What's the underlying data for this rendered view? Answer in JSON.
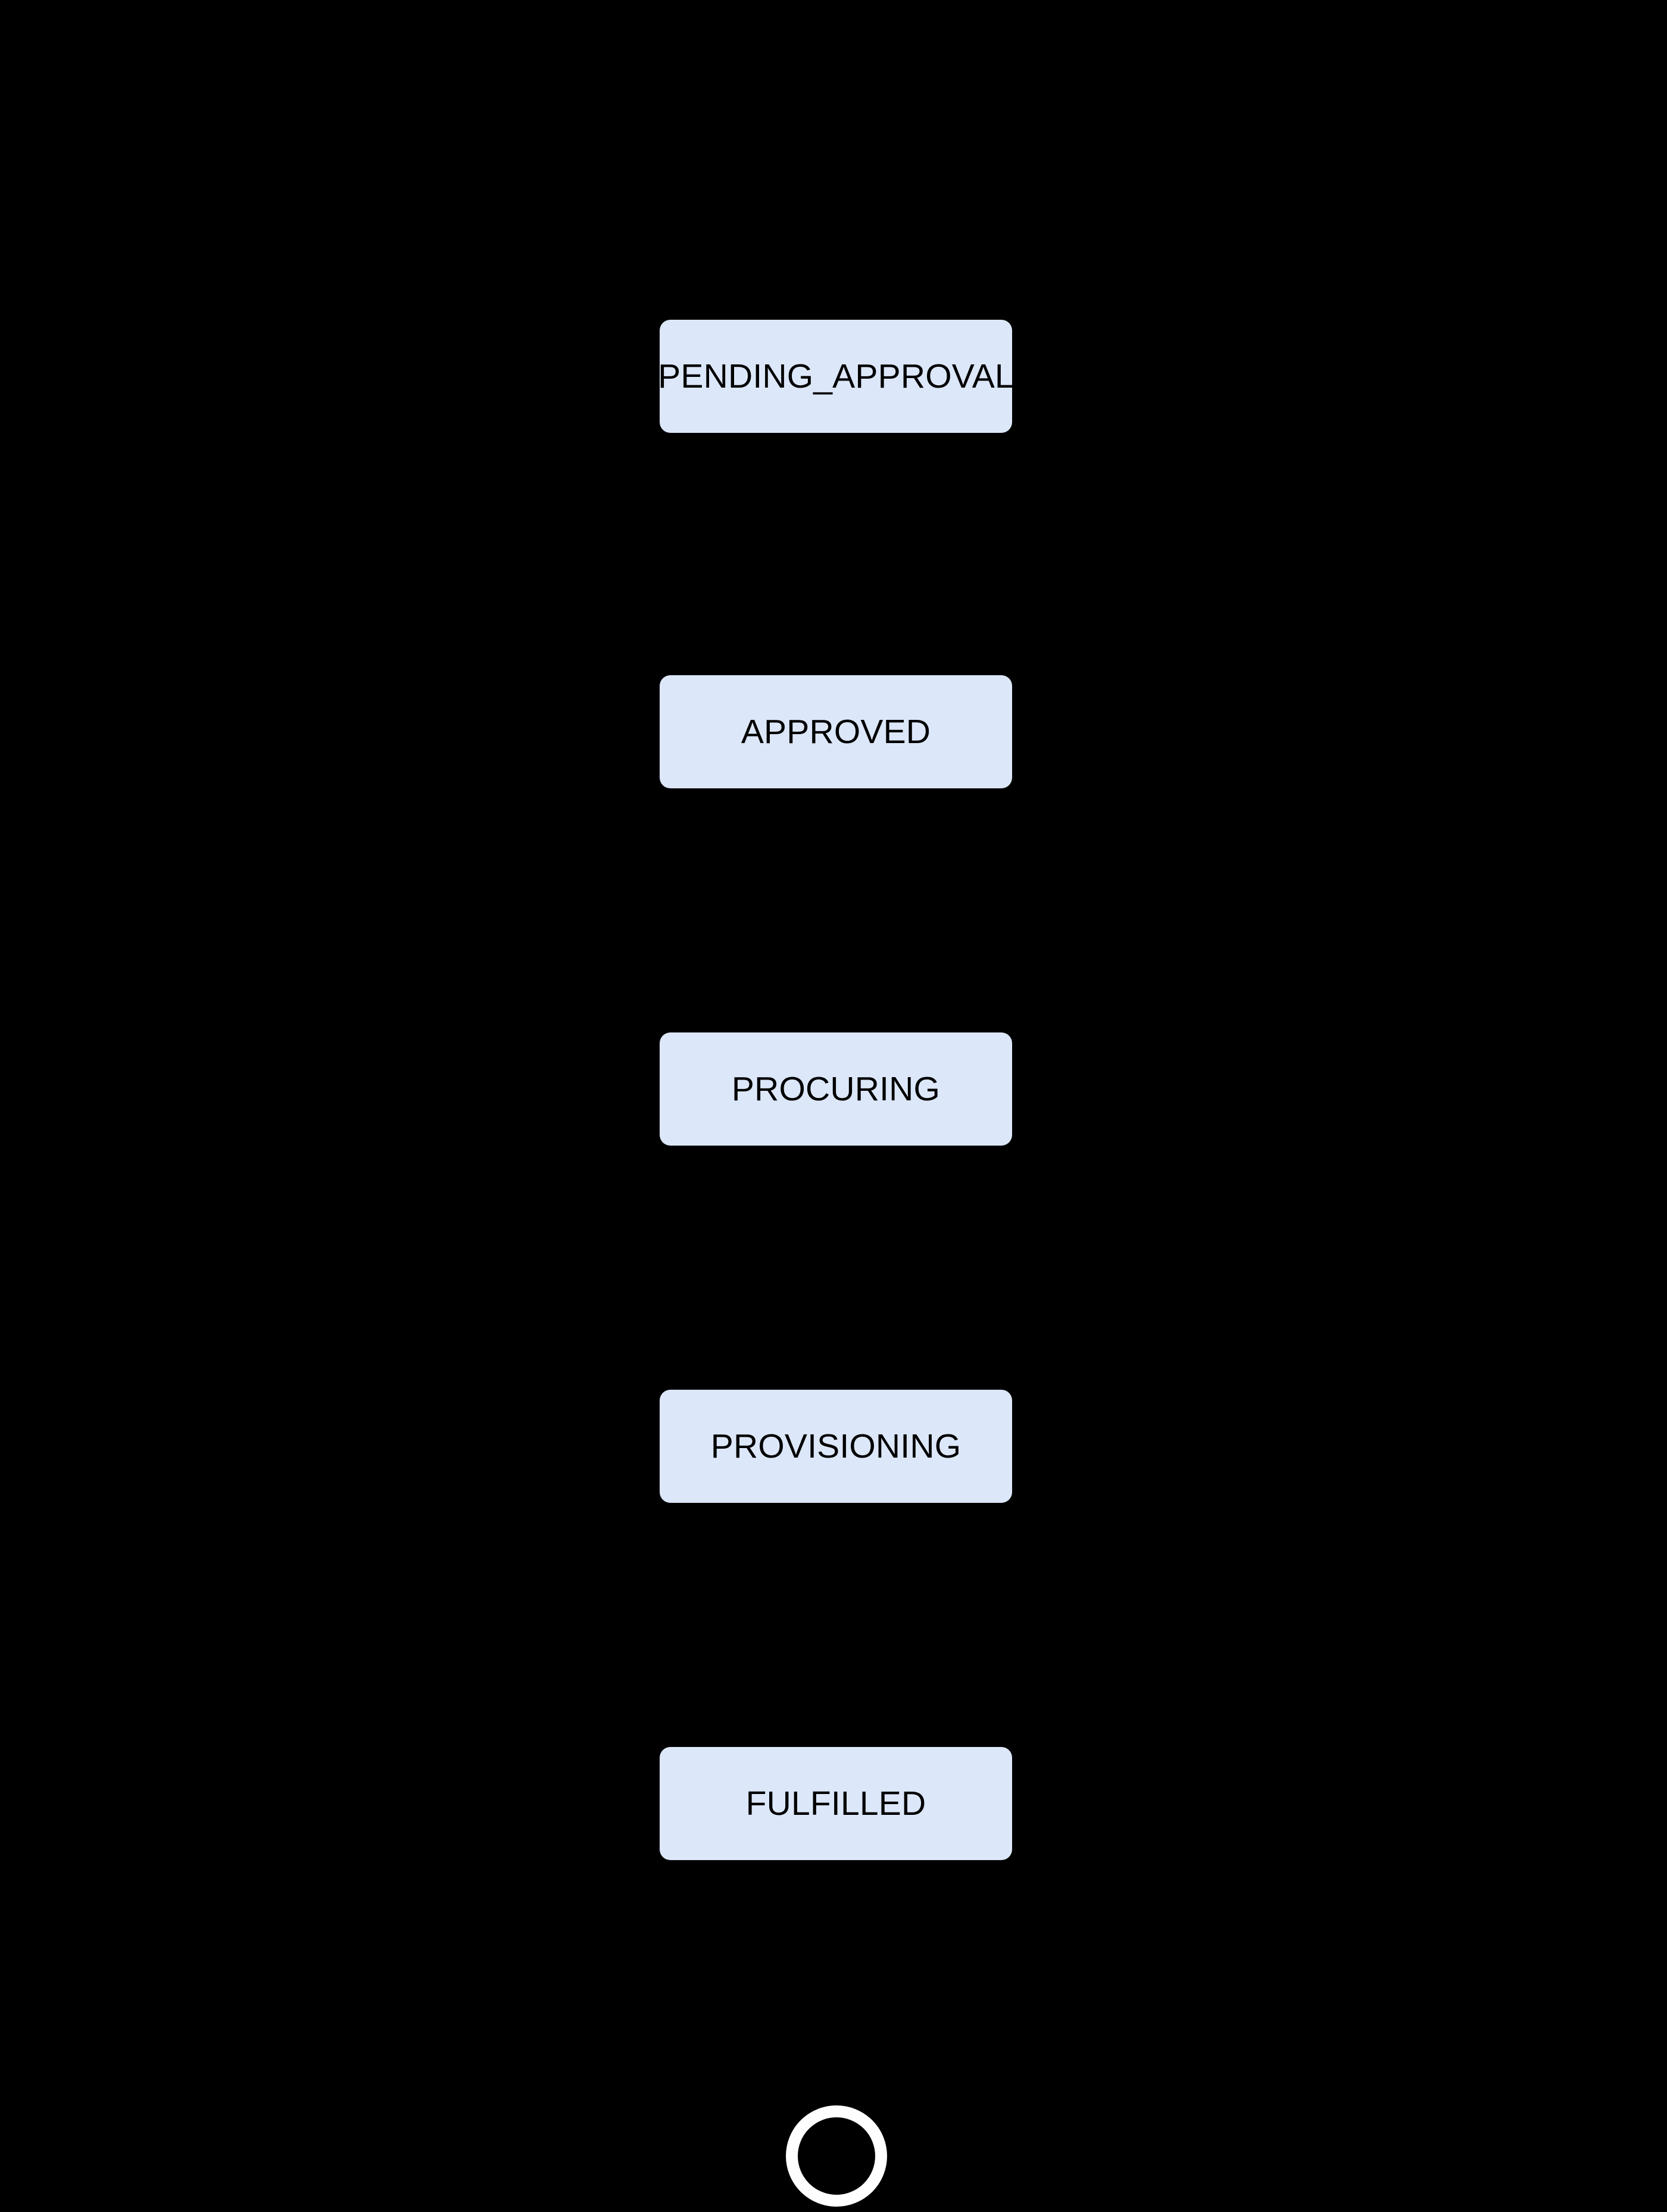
{
  "diagram": {
    "type": "state-flow",
    "orientation": "vertical",
    "background_color": "#000000",
    "node_fill_color": "#dce7f9",
    "node_text_color": "#000000",
    "edge_color": "#000000",
    "terminal_color": "#ffffff",
    "nodes": [
      {
        "id": "pending_approval",
        "label": "PENDING_APPROVAL",
        "shape": "rounded-rect"
      },
      {
        "id": "approved",
        "label": "APPROVED",
        "shape": "rounded-rect"
      },
      {
        "id": "procuring",
        "label": "PROCURING",
        "shape": "rounded-rect"
      },
      {
        "id": "provisioning",
        "label": "PROVISIONING",
        "shape": "rounded-rect"
      },
      {
        "id": "fulfilled",
        "label": "FULFILLED",
        "shape": "rounded-rect"
      }
    ],
    "terminal": {
      "id": "end",
      "shape": "circle-outline",
      "label": ""
    },
    "edges": [
      {
        "from": "pending_approval",
        "to": "approved",
        "label": ""
      },
      {
        "from": "approved",
        "to": "procuring",
        "label": ""
      },
      {
        "from": "procuring",
        "to": "provisioning",
        "label": ""
      },
      {
        "from": "provisioning",
        "to": "fulfilled",
        "label": ""
      },
      {
        "from": "fulfilled",
        "to": "end",
        "label": ""
      }
    ]
  }
}
